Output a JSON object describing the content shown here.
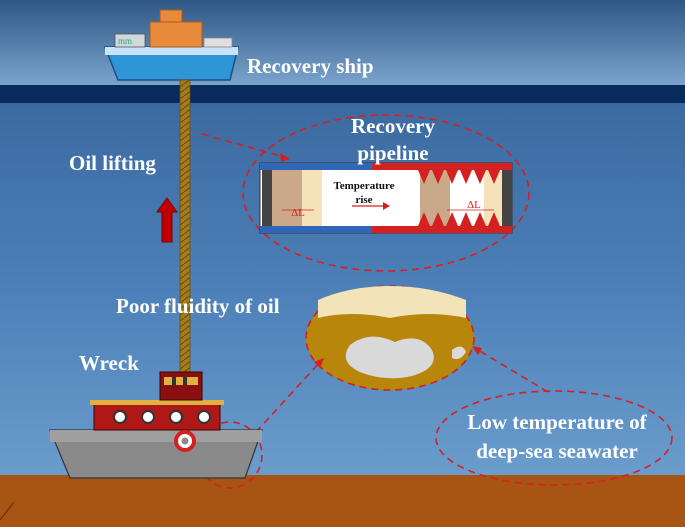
{
  "labels": {
    "recovery_ship": "Recovery ship",
    "recovery_pipeline_line1": "Recovery",
    "recovery_pipeline_line2": "pipeline",
    "oil_lifting": "Oil lifting",
    "temperature_rise_line1": "Temperature",
    "temperature_rise_line2": "rise",
    "delta_l_left": "ΔL",
    "delta_l_right": "ΔL",
    "poor_fluidity": "Poor fluidity of oil",
    "wreck": "Wreck",
    "low_temp_line1": "Low temperature of",
    "low_temp_line2": "deep-sea seawater"
  },
  "colors": {
    "sky": "#5f86b0",
    "sea_surface": "#082a5c",
    "sea_top": "#2e5a8e",
    "sea_bottom": "#6a98c6",
    "seabed": "#a85513",
    "annotation_red": "#d42020",
    "lift_arrow": "#c00000",
    "oil": "#b8860b",
    "pipe_rope": "#a57c1b"
  }
}
